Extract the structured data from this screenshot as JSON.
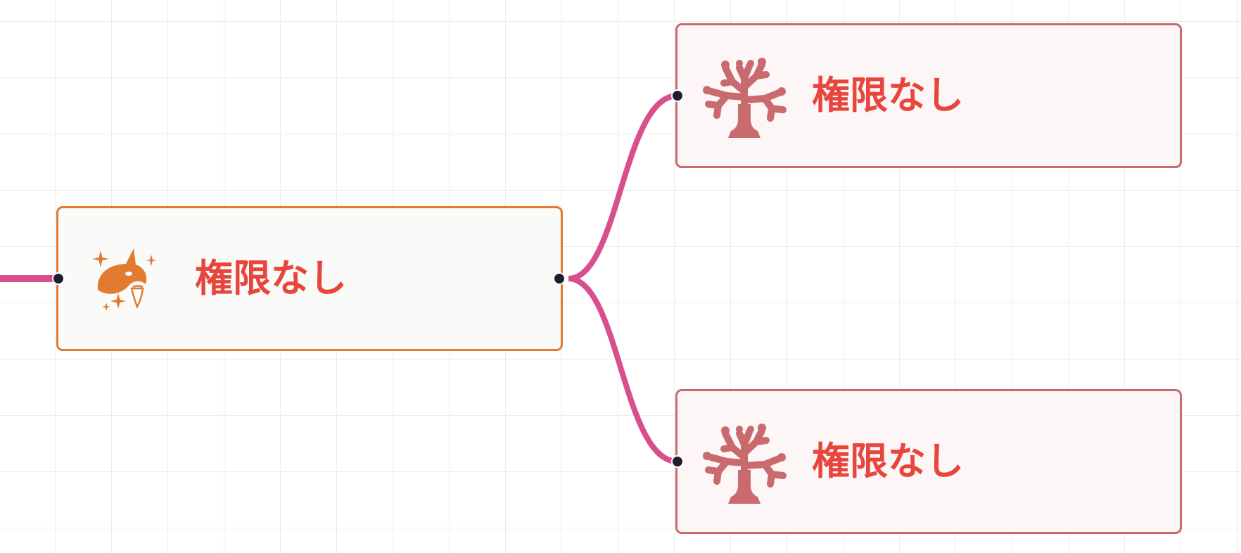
{
  "diagram": {
    "colors": {
      "edge": "#d94f8e",
      "parent_border": "#e07b30",
      "child_border": "#c96a6e",
      "label_text": "#e8453c",
      "port": "#1e1e32"
    },
    "nodes": [
      {
        "id": "parent",
        "label": "権限なし",
        "icon": "sparkle-orca-icon"
      },
      {
        "id": "child-1",
        "label": "権限なし",
        "icon": "coral-icon"
      },
      {
        "id": "child-2",
        "label": "権限なし",
        "icon": "coral-icon"
      }
    ],
    "edges": [
      {
        "from": "external",
        "to": "parent"
      },
      {
        "from": "parent",
        "to": "child-1"
      },
      {
        "from": "parent",
        "to": "child-2"
      }
    ]
  }
}
